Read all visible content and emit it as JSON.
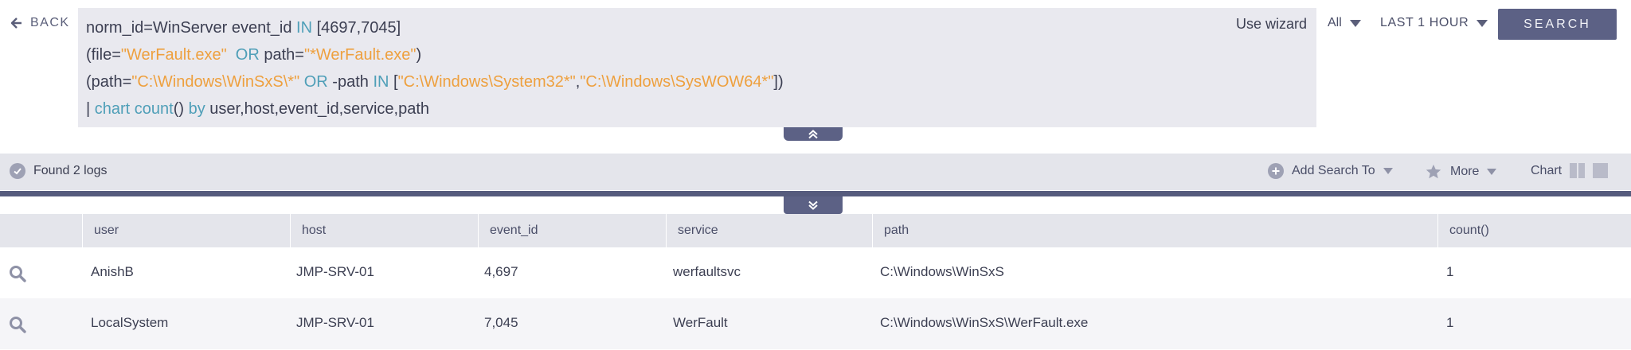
{
  "nav": {
    "back_label": "BACK"
  },
  "query": {
    "lines": [
      [
        {
          "t": "plain",
          "v": "norm_id=WinServer event_id "
        },
        {
          "t": "kw",
          "v": "IN"
        },
        {
          "t": "plain",
          "v": " [4697,7045]"
        }
      ],
      [
        {
          "t": "plain",
          "v": "(file="
        },
        {
          "t": "str",
          "v": "\"WerFault.exe\""
        },
        {
          "t": "plain",
          "v": "  "
        },
        {
          "t": "kw",
          "v": "OR"
        },
        {
          "t": "plain",
          "v": " path="
        },
        {
          "t": "str",
          "v": "\"*WerFault.exe\""
        },
        {
          "t": "plain",
          "v": ")"
        }
      ],
      [
        {
          "t": "plain",
          "v": "(path="
        },
        {
          "t": "str",
          "v": "\"C:\\Windows\\WinSxS\\*\""
        },
        {
          "t": "plain",
          "v": " "
        },
        {
          "t": "kw",
          "v": "OR"
        },
        {
          "t": "plain",
          "v": " -path "
        },
        {
          "t": "kw",
          "v": "IN"
        },
        {
          "t": "plain",
          "v": " ["
        },
        {
          "t": "str",
          "v": "\"C:\\Windows\\System32*\""
        },
        {
          "t": "plain",
          "v": ","
        },
        {
          "t": "str",
          "v": "\"C:\\Windows\\SysWOW64*\""
        },
        {
          "t": "plain",
          "v": "])"
        }
      ],
      [
        {
          "t": "plain",
          "v": "| "
        },
        {
          "t": "kw",
          "v": "chart count"
        },
        {
          "t": "plain",
          "v": "() "
        },
        {
          "t": "kw",
          "v": "by"
        },
        {
          "t": "plain",
          "v": " user,host,event_id,service,path"
        }
      ]
    ]
  },
  "controls": {
    "use_wizard": "Use wizard",
    "repo_selected": "All",
    "time_range": "LAST 1 HOUR",
    "search_label": "SEARCH"
  },
  "toolbar": {
    "found": "Found 2 logs",
    "add_search_to": "Add Search To",
    "more": "More",
    "chart": "Chart"
  },
  "table": {
    "columns": [
      "user",
      "host",
      "event_id",
      "service",
      "path",
      "count()"
    ],
    "rows": [
      [
        "AnishB",
        "JMP-SRV-01",
        "4,697",
        "werfaultsvc",
        "C:\\Windows\\WinSxS",
        "1"
      ],
      [
        "LocalSystem",
        "JMP-SRV-01",
        "7,045",
        "WerFault",
        "C:\\Windows\\WinSxS\\WerFault.exe",
        "1"
      ]
    ]
  },
  "colors": {
    "keyword": "#4f9fb8",
    "string": "#eea03e",
    "primary_button": "#5c6185",
    "query_bg": "#e9e9ef"
  },
  "icons": {
    "back": "arrow-left-icon",
    "found": "check-circle-icon",
    "add": "plus-circle-icon",
    "more": "star-icon",
    "row_action": "magnifier-icon"
  }
}
